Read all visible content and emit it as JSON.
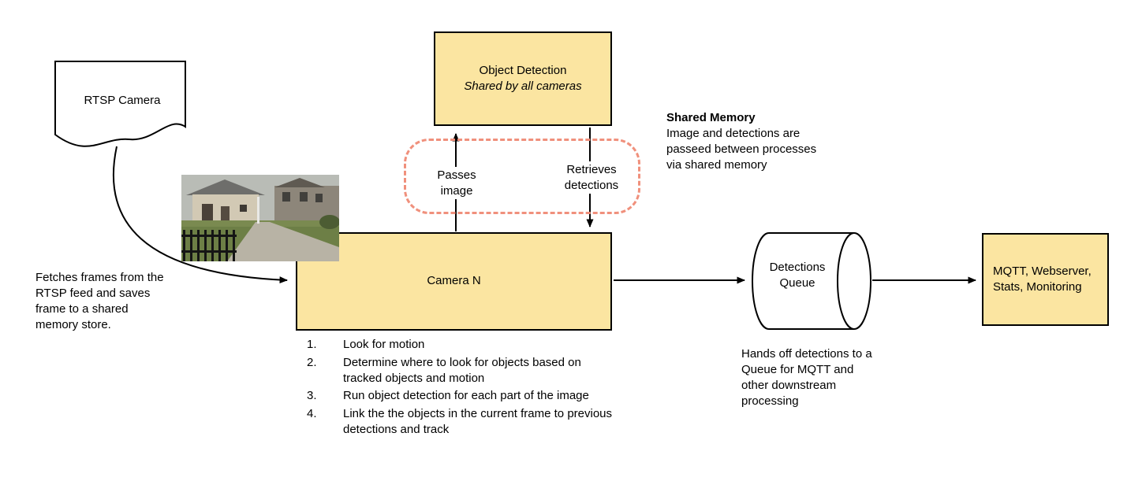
{
  "colors": {
    "node_fill": "#fbe5a1",
    "node_border": "#000000",
    "boundary_dash": "#f0907c"
  },
  "nodes": {
    "rtsp_camera": {
      "label": "RTSP Camera"
    },
    "object_detection": {
      "title": "Object Detection",
      "subtitle": "Shared by all cameras"
    },
    "camera_n": {
      "label": "Camera N",
      "steps": [
        "Look for motion",
        "Determine where to look for objects based on tracked objects and motion",
        "Run object detection for each part of the image",
        "Link the the objects in the current frame to previous detections and track"
      ]
    },
    "detections_queue": {
      "label": "Detections Queue"
    },
    "output": {
      "label": "MQTT, Webserver, Stats, Monitoring"
    }
  },
  "edges": {
    "passes_image": "Passes image",
    "retrieves_detections": "Retrieves detections"
  },
  "notes": {
    "fetch": "Fetches frames from the RTSP feed and saves frame to a shared memory store.",
    "shared_memory_title": "Shared Memory",
    "shared_memory_body": "Image and detections are passeed between processes via shared memory",
    "queue_handoff": "Hands off detections to a Queue for MQTT and other downstream processing"
  }
}
